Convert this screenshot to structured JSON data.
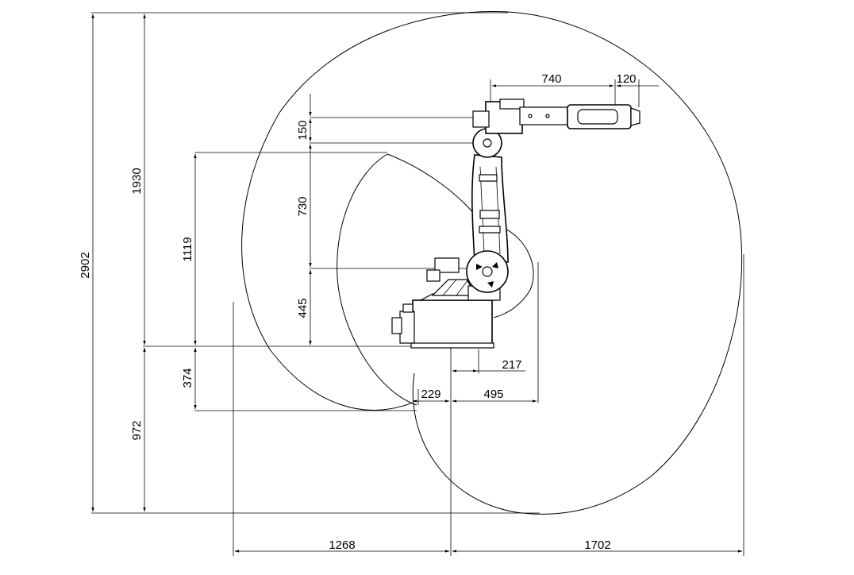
{
  "diagram": {
    "dimensions": {
      "d_740": "740",
      "d_120": "120",
      "d_150": "150",
      "d_730": "730",
      "d_445": "445",
      "d_1930": "1930",
      "d_2902": "2902",
      "d_1119": "1119",
      "d_374": "374",
      "d_972": "972",
      "d_217": "217",
      "d_229": "229",
      "d_495": "495",
      "d_1268": "1268",
      "d_1702": "1702"
    }
  }
}
